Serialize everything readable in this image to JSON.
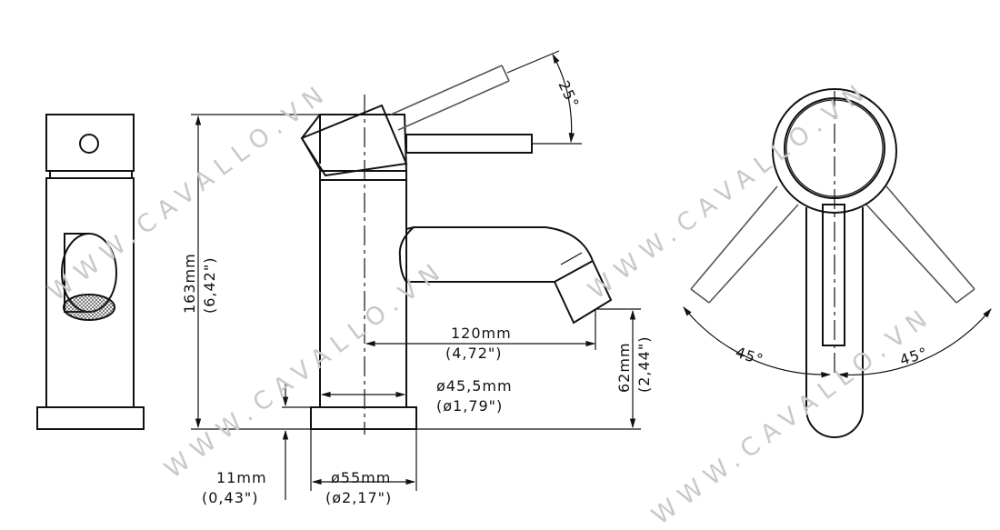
{
  "watermark": "WWW.CAVALLO.VN",
  "dimensions": {
    "angle_lever": "25°",
    "height": "163mm",
    "height_in": "(6,42\")",
    "reach": "120mm",
    "reach_in": "(4,72\")",
    "spout_height": "62mm",
    "spout_height_in": "(2,44\")",
    "body_diameter": "ø45,5mm",
    "body_diameter_in": "(ø1,79\")",
    "base_thickness": "11mm",
    "base_thickness_in": "(0,43\")",
    "base_diameter": "ø55mm",
    "base_diameter_in": "(ø2,17\")",
    "angle_left": "45°",
    "angle_right": "45°"
  }
}
